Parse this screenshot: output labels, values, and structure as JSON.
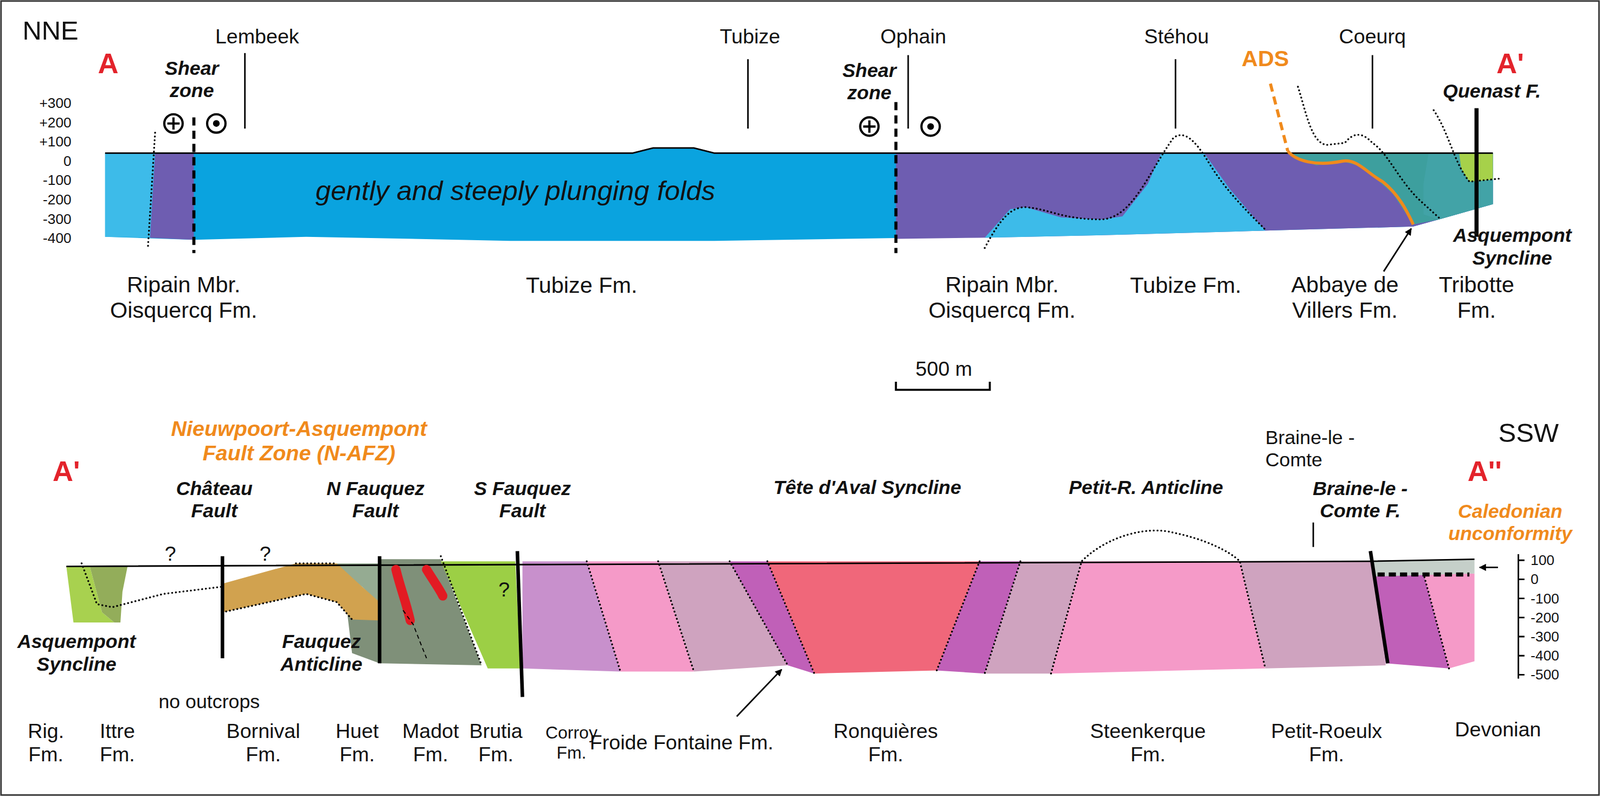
{
  "diagram": {
    "labels": [
      "NNE",
      "A",
      "Shear zone",
      "Lembeek",
      "Tubize",
      "Ophain",
      "Shear zone",
      "Stéhou",
      "ADS",
      "Coeurq",
      "A'",
      "Quenast F.",
      "+300",
      "+200",
      "+100",
      "0",
      "-100",
      "-200",
      "-300",
      "-400",
      "gently and steeply plunging folds",
      "Ripain Mbr. Oisquercq Fm.",
      "Tubize Fm.",
      "Ripain Mbr. Oisquercq Fm.",
      "Tubize Fm.",
      "Abbaye de Villers Fm.",
      "Tribotte Fm.",
      "Asquempont Syncline",
      "500 m",
      "A'",
      "Nieuwpoort-Asquempont Fault Zone (N-AFZ)",
      "Château Fault",
      "N Fauquez Fault",
      "S Fauquez Fault",
      "Tête d'Aval Syncline",
      "Petit-R. Anticline",
      "Braine-le -Comte",
      "SSW",
      "A''",
      "Braine-le -Comte F.",
      "Caledonian unconformity",
      "?",
      "?",
      "?",
      "100",
      "0",
      "-100",
      "-200",
      "-300",
      "-400",
      "-500",
      "Asquempont Syncline",
      "Fauquez Anticline",
      "no outcrops",
      "Rig. Fm.",
      "Ittre Fm.",
      "Bornival Fm.",
      "Huet Fm.",
      "Madot Fm.",
      "Brutia Fm.",
      "Corroy Fm.",
      "Froide Fontaine Fm.",
      "Ronquières Fm.",
      "Steenkerque Fm.",
      "Petit-Roeulx Fm.",
      "Devonian"
    ]
  }
}
